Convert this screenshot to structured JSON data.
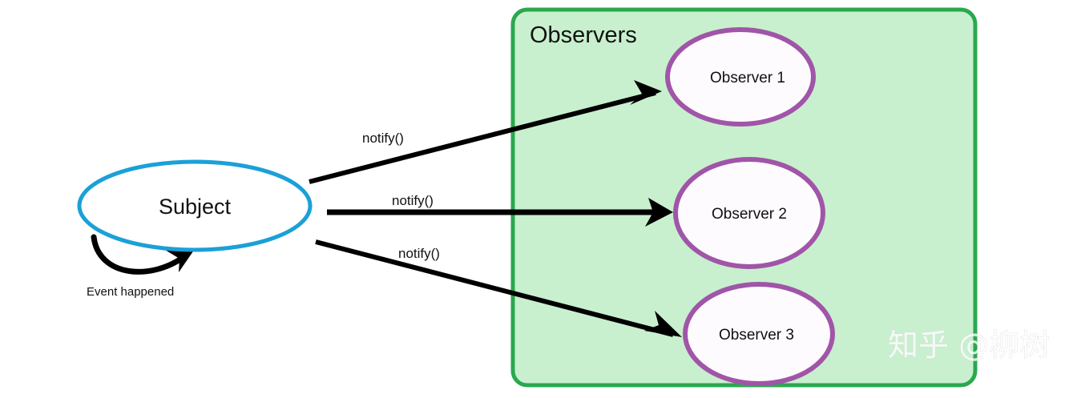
{
  "diagram": {
    "title_node": {
      "label": "Subject",
      "stroke_color": "#1ba0d8",
      "fill_color": "#ffffff"
    },
    "group": {
      "label": "Observers",
      "fill_color": "#c8f0ce",
      "border_color": "#2aa84f"
    },
    "observers": [
      {
        "label": "Observer 1",
        "stroke_color": "#a055a8",
        "fill_color": "#fdfbfd"
      },
      {
        "label": "Observer 2",
        "stroke_color": "#a055a8",
        "fill_color": "#fdfbfd"
      },
      {
        "label": "Observer 3",
        "stroke_color": "#a055a8",
        "fill_color": "#fdfbfd"
      }
    ],
    "edges": [
      {
        "label": "notify()",
        "from": "Subject",
        "to": "Observer 1"
      },
      {
        "label": "notify()",
        "from": "Subject",
        "to": "Observer 2"
      },
      {
        "label": "notify()",
        "from": "Subject",
        "to": "Observer 3"
      }
    ],
    "self_loop": {
      "label": "Event happened",
      "target": "Subject",
      "stroke_color": "#000000"
    },
    "arrow_color": "#000000"
  },
  "watermark": {
    "text": "知乎 @柳树"
  }
}
